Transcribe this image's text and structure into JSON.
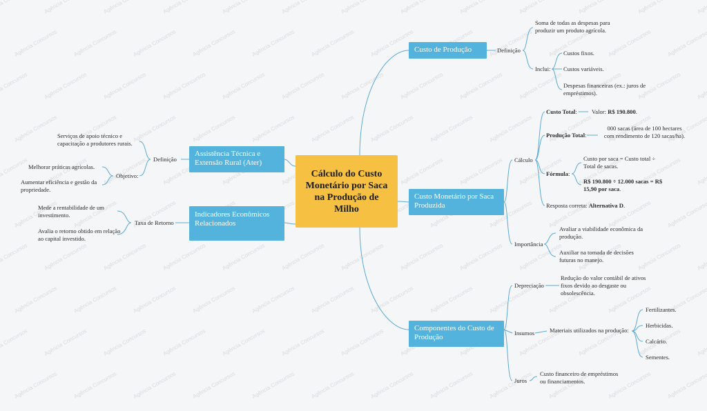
{
  "watermark": "Agência Concursos",
  "center": "Cálculo do Custo Monetário por Saca na Produção de Milho",
  "custo_producao": {
    "title": "Custo de Produção",
    "definicao_label": "Definição",
    "definicao_text": "Soma de todas as despesas para produzir um produto agrícola.",
    "inclui_label": "Inclui:",
    "inclui_items": [
      "Custos fixos.",
      "Custos variáveis.",
      "Despesas financeiras (ex.: juros de empréstimos)."
    ]
  },
  "custo_monetario": {
    "title": "Custo Monetário por Saca Produzida",
    "calculo_label": "Cálculo",
    "custo_total_label": "Custo Total",
    "custo_total_colon": ":",
    "valor_prefix": "Valor: ",
    "valor": "R$ 190.800",
    "valor_suffix": ".",
    "producao_total_label": "Produção Total",
    "producao_total_colon": ":",
    "producao_total_text": "000 sacas (área de 100 hectares com rendimento de 120 sacas/ha).",
    "formula_label": "Fórmula",
    "formula_colon": ":",
    "formula_text": "Custo por saca = Custo total ÷ Total de sacas.",
    "formula_calc": "R$ 190.800 ÷ 12.000 sacas = R$ 15,90 por saca",
    "formula_calc_suffix": ".",
    "resposta_prefix": "Resposta correta: ",
    "resposta": "Alternativa D",
    "resposta_suffix": ".",
    "importancia_label": "Importância",
    "importancia_items": [
      "Avaliar a viabilidade econômica da produção.",
      "Auxiliar na tomada de decisões futuras no manejo."
    ]
  },
  "componentes": {
    "title": "Componentes do Custo de Produção",
    "depreciacao_label": "Depreciação",
    "depreciacao_text": "Redução do valor contábil de ativos fixos devido ao desgaste ou obsolescência.",
    "insumos_label": "Insumos",
    "insumos_text": "Materiais utilizados na produção:",
    "insumos_items": [
      "Fertilizantes.",
      "Herbicidas.",
      "Calcário.",
      "Sementes."
    ],
    "juros_label": "Juros",
    "juros_text": "Custo financeiro de empréstimos ou financiamentos."
  },
  "ater": {
    "title": "Assistência Técnica e Extensão Rural (Ater)",
    "definicao_label": "Definição",
    "definicao_text": "Serviços de apoio técnico e capacitação a produtores rurais.",
    "objetivo_label": "Objetivo:",
    "objetivo_items": [
      "Melhorar práticas agrícolas.",
      "Aumentar eficiência e gestão da propriedade."
    ]
  },
  "indicadores": {
    "title": "Indicadores Econômicos Relacionados",
    "taxa_label": "Taxa de Retorno",
    "taxa_items": [
      "Mede a rentabilidade de um investimento.",
      "Avalia o retorno obtido em relação ao capital investido."
    ]
  },
  "colors": {
    "topic": "#54b3dc",
    "center": "#f6c142",
    "line": "#5aa9d6",
    "background": "#f5f6f8"
  }
}
